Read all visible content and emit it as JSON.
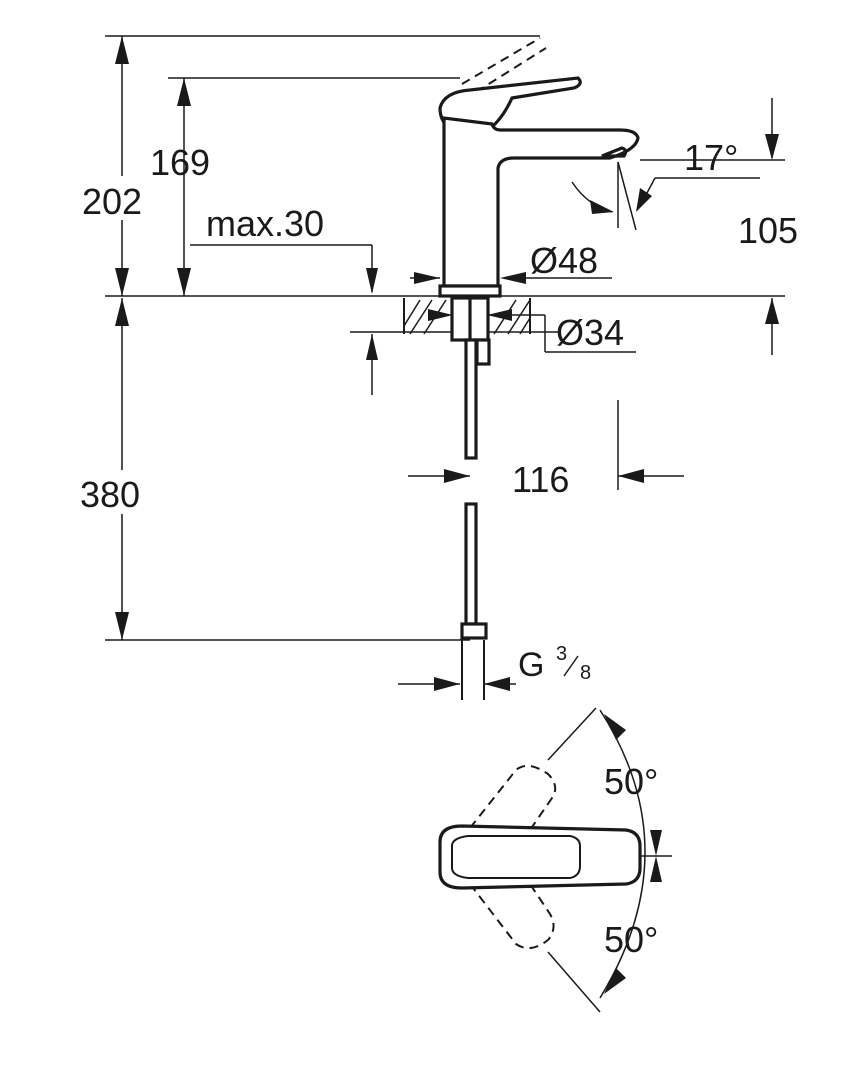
{
  "dimensions": {
    "overall_height": "202",
    "handle_height": "169",
    "deck_thickness": "max.30",
    "base_diameter": "Ø48",
    "hole_diameter": "Ø34",
    "spout_height": "105",
    "spout_angle": "17°",
    "reach": "116",
    "hose_length": "380",
    "thread_main": "G",
    "thread_num": "3",
    "thread_den": "8",
    "handle_rotation_up": "50°",
    "handle_rotation_down": "50°"
  },
  "colors": {
    "line": "#1a1a1a",
    "background": "#ffffff"
  }
}
